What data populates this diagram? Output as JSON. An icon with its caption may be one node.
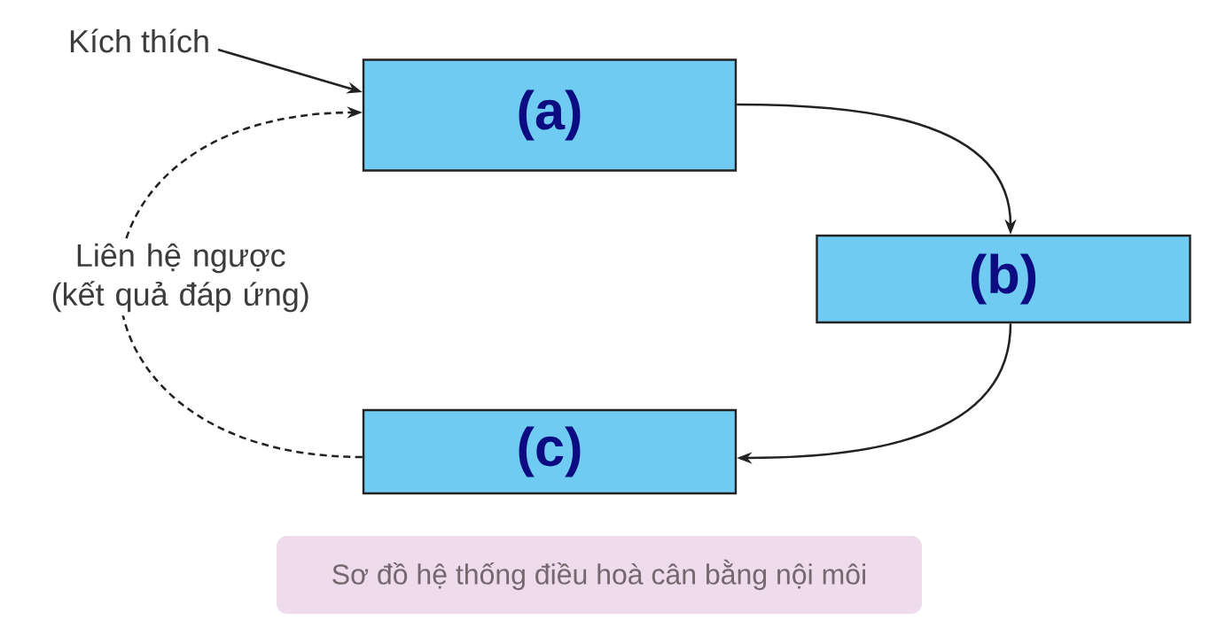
{
  "diagram": {
    "caption": "Sơ đồ hệ thống điều hoà cân bằng nội môi",
    "nodes": [
      {
        "text": [
          "Kích thích"
        ]
      },
      {
        "text": [
          "(a)"
        ]
      },
      {
        "text": [
          "(b)"
        ]
      },
      {
        "text": [
          "(c)"
        ]
      }
    ],
    "edges": [
      {
        "from": 0,
        "to": 1,
        "arrow": "to"
      },
      {
        "from": 1,
        "to": 2,
        "arrow": "to"
      },
      {
        "from": 2,
        "to": 3,
        "arrow": "to"
      },
      {
        "from": 3,
        "to": 1,
        "arrow": "to",
        "label": "Liên hệ ngược (kết quả đáp ứng)",
        "style": "dashed"
      }
    ]
  }
}
